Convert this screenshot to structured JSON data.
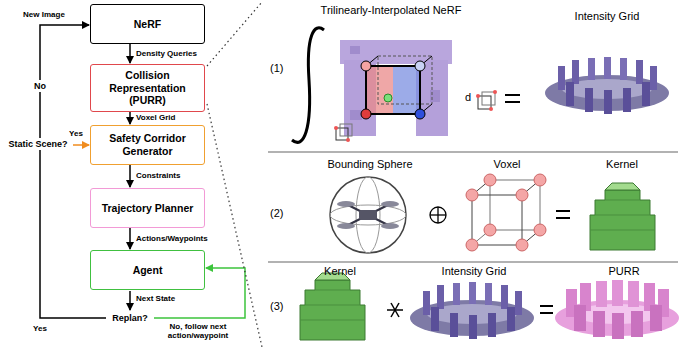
{
  "diagram": {
    "nodes": [
      {
        "text": [
          "NeRF"
        ]
      },
      {
        "text": [
          "Collision Representation (PURR)"
        ]
      },
      {
        "text": [
          "Safety Corridor Generator"
        ]
      },
      {
        "text": [
          "Trajectory Planner"
        ]
      },
      {
        "text": [
          "Agent"
        ]
      }
    ],
    "edges": [
      {
        "from": 0,
        "to": 1,
        "label": "Density Queries",
        "arrow": "to"
      },
      {
        "from": 1,
        "to": 2,
        "label": "Voxel Grid",
        "arrow": "to"
      },
      {
        "from": 2,
        "to": 3,
        "label": "Constraints",
        "arrow": "to"
      },
      {
        "from": 3,
        "to": 4,
        "label": "Actions/Waypoints",
        "arrow": "to"
      }
    ],
    "labels": [
      "New Image",
      "No",
      "Static Scene?",
      "Yes",
      "Yes",
      "Replan?",
      "Next State",
      "No, follow next action/waypoint",
      "(1)",
      "Trilinearly-Interpolated NeRF",
      "Intensity Grid",
      "d",
      "(2)",
      "Bounding Sphere",
      "Voxel",
      "Kernel",
      "(3)",
      "Kernel",
      "Intensity Grid",
      "PURR"
    ]
  }
}
